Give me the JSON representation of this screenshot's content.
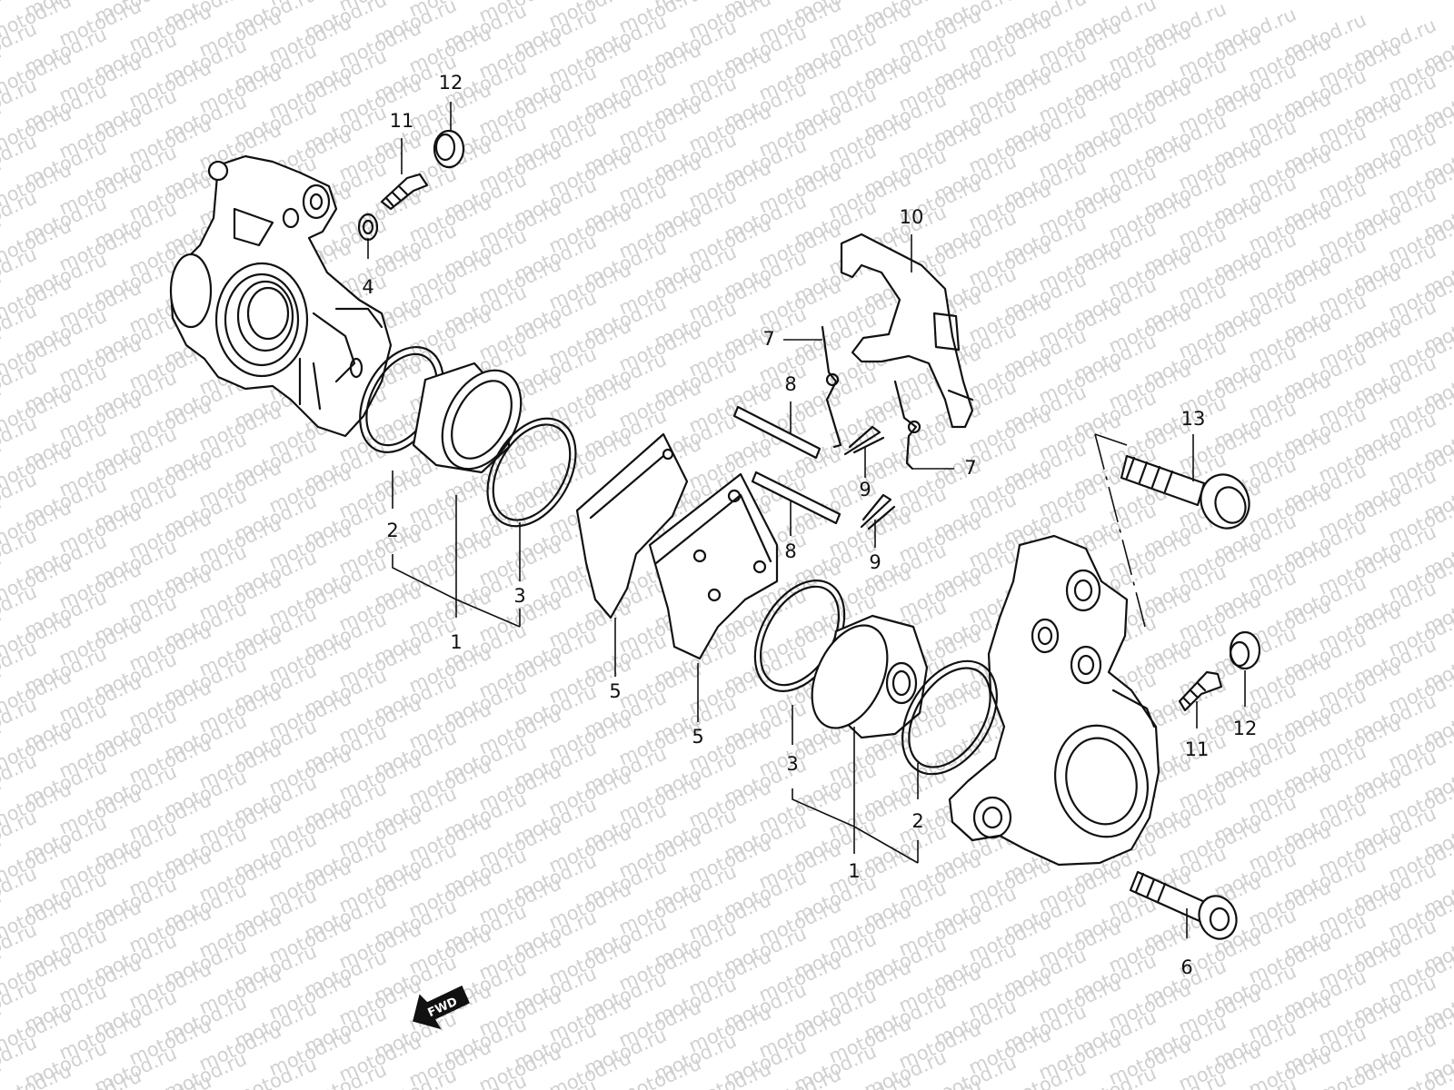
{
  "watermark": "motod.ru",
  "fwd_label": "FWD",
  "callouts": {
    "left_12": "12",
    "left_11": "11",
    "left_4": "4",
    "left_2": "2",
    "left_1": "1",
    "left_3": "3",
    "part_10": "10",
    "upper_7": "7",
    "lower_7": "7",
    "upper_8": "8",
    "lower_8": "8",
    "upper_9": "9",
    "lower_9": "9",
    "outer_5": "5",
    "inner_5": "5",
    "part_13": "13",
    "right_12": "12",
    "right_11": "11",
    "right_3": "3",
    "right_2": "2",
    "right_1": "1",
    "part_6": "6"
  }
}
